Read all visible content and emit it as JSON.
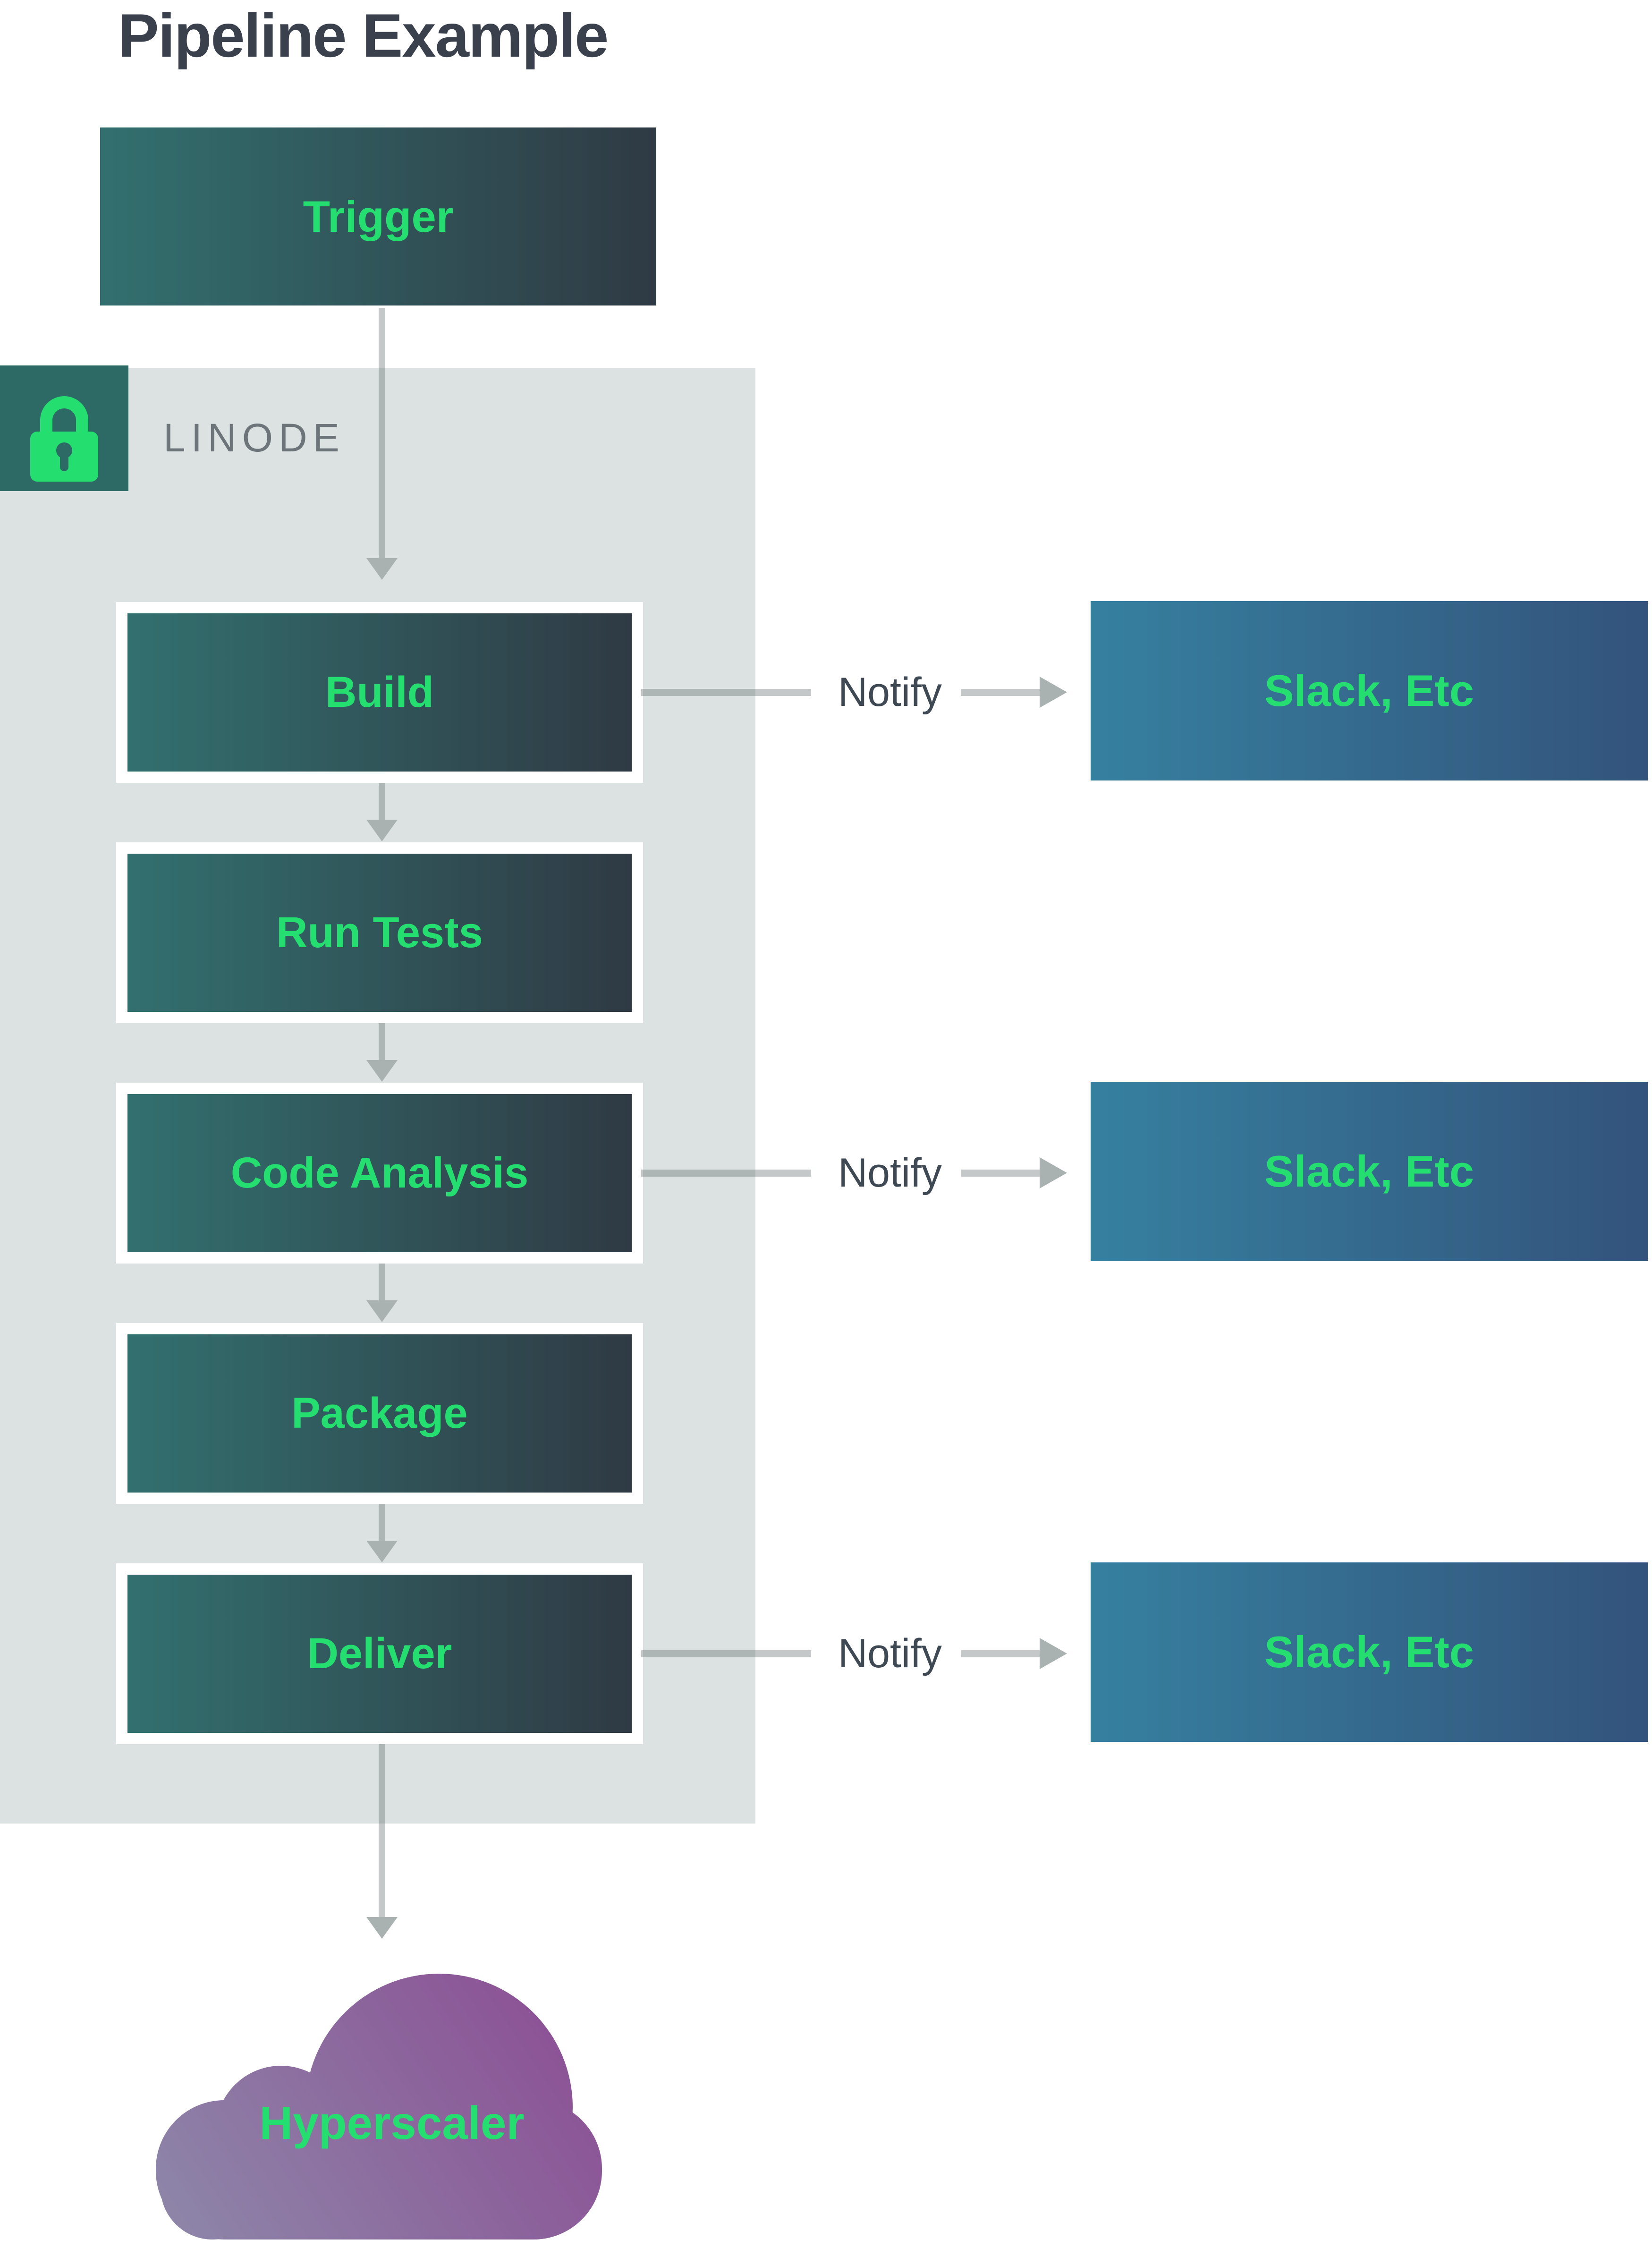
{
  "title": "Pipeline Example",
  "provider": {
    "label": "LINODE",
    "icon": "lock-icon"
  },
  "trigger": {
    "label": "Trigger"
  },
  "stages": [
    {
      "label": "Build",
      "notify": true
    },
    {
      "label": "Run Tests",
      "notify": false
    },
    {
      "label": "Code Analysis",
      "notify": true
    },
    {
      "label": "Package",
      "notify": false
    },
    {
      "label": "Deliver",
      "notify": true
    }
  ],
  "notify": {
    "label": "Notify",
    "target_label": "Slack, Etc"
  },
  "destination": {
    "label": "Hyperscaler",
    "shape": "cloud"
  },
  "colors": {
    "title_text": "#3a414d",
    "notify_text": "#3e4954",
    "provider_text": "#6d757a",
    "accent_green": "#24de70",
    "container_bg": "#dbe2e1",
    "badge_bg": "#2d6a65",
    "stage_gradient_start": "#32706f",
    "stage_gradient_end": "#2f3a44",
    "slack_gradient_start": "#36809f",
    "slack_gradient_end": "#33537c",
    "cloud_gradient_start": "#8c4e94",
    "cloud_gradient_end": "#8d87a9",
    "arrow": "#aab2b1"
  }
}
